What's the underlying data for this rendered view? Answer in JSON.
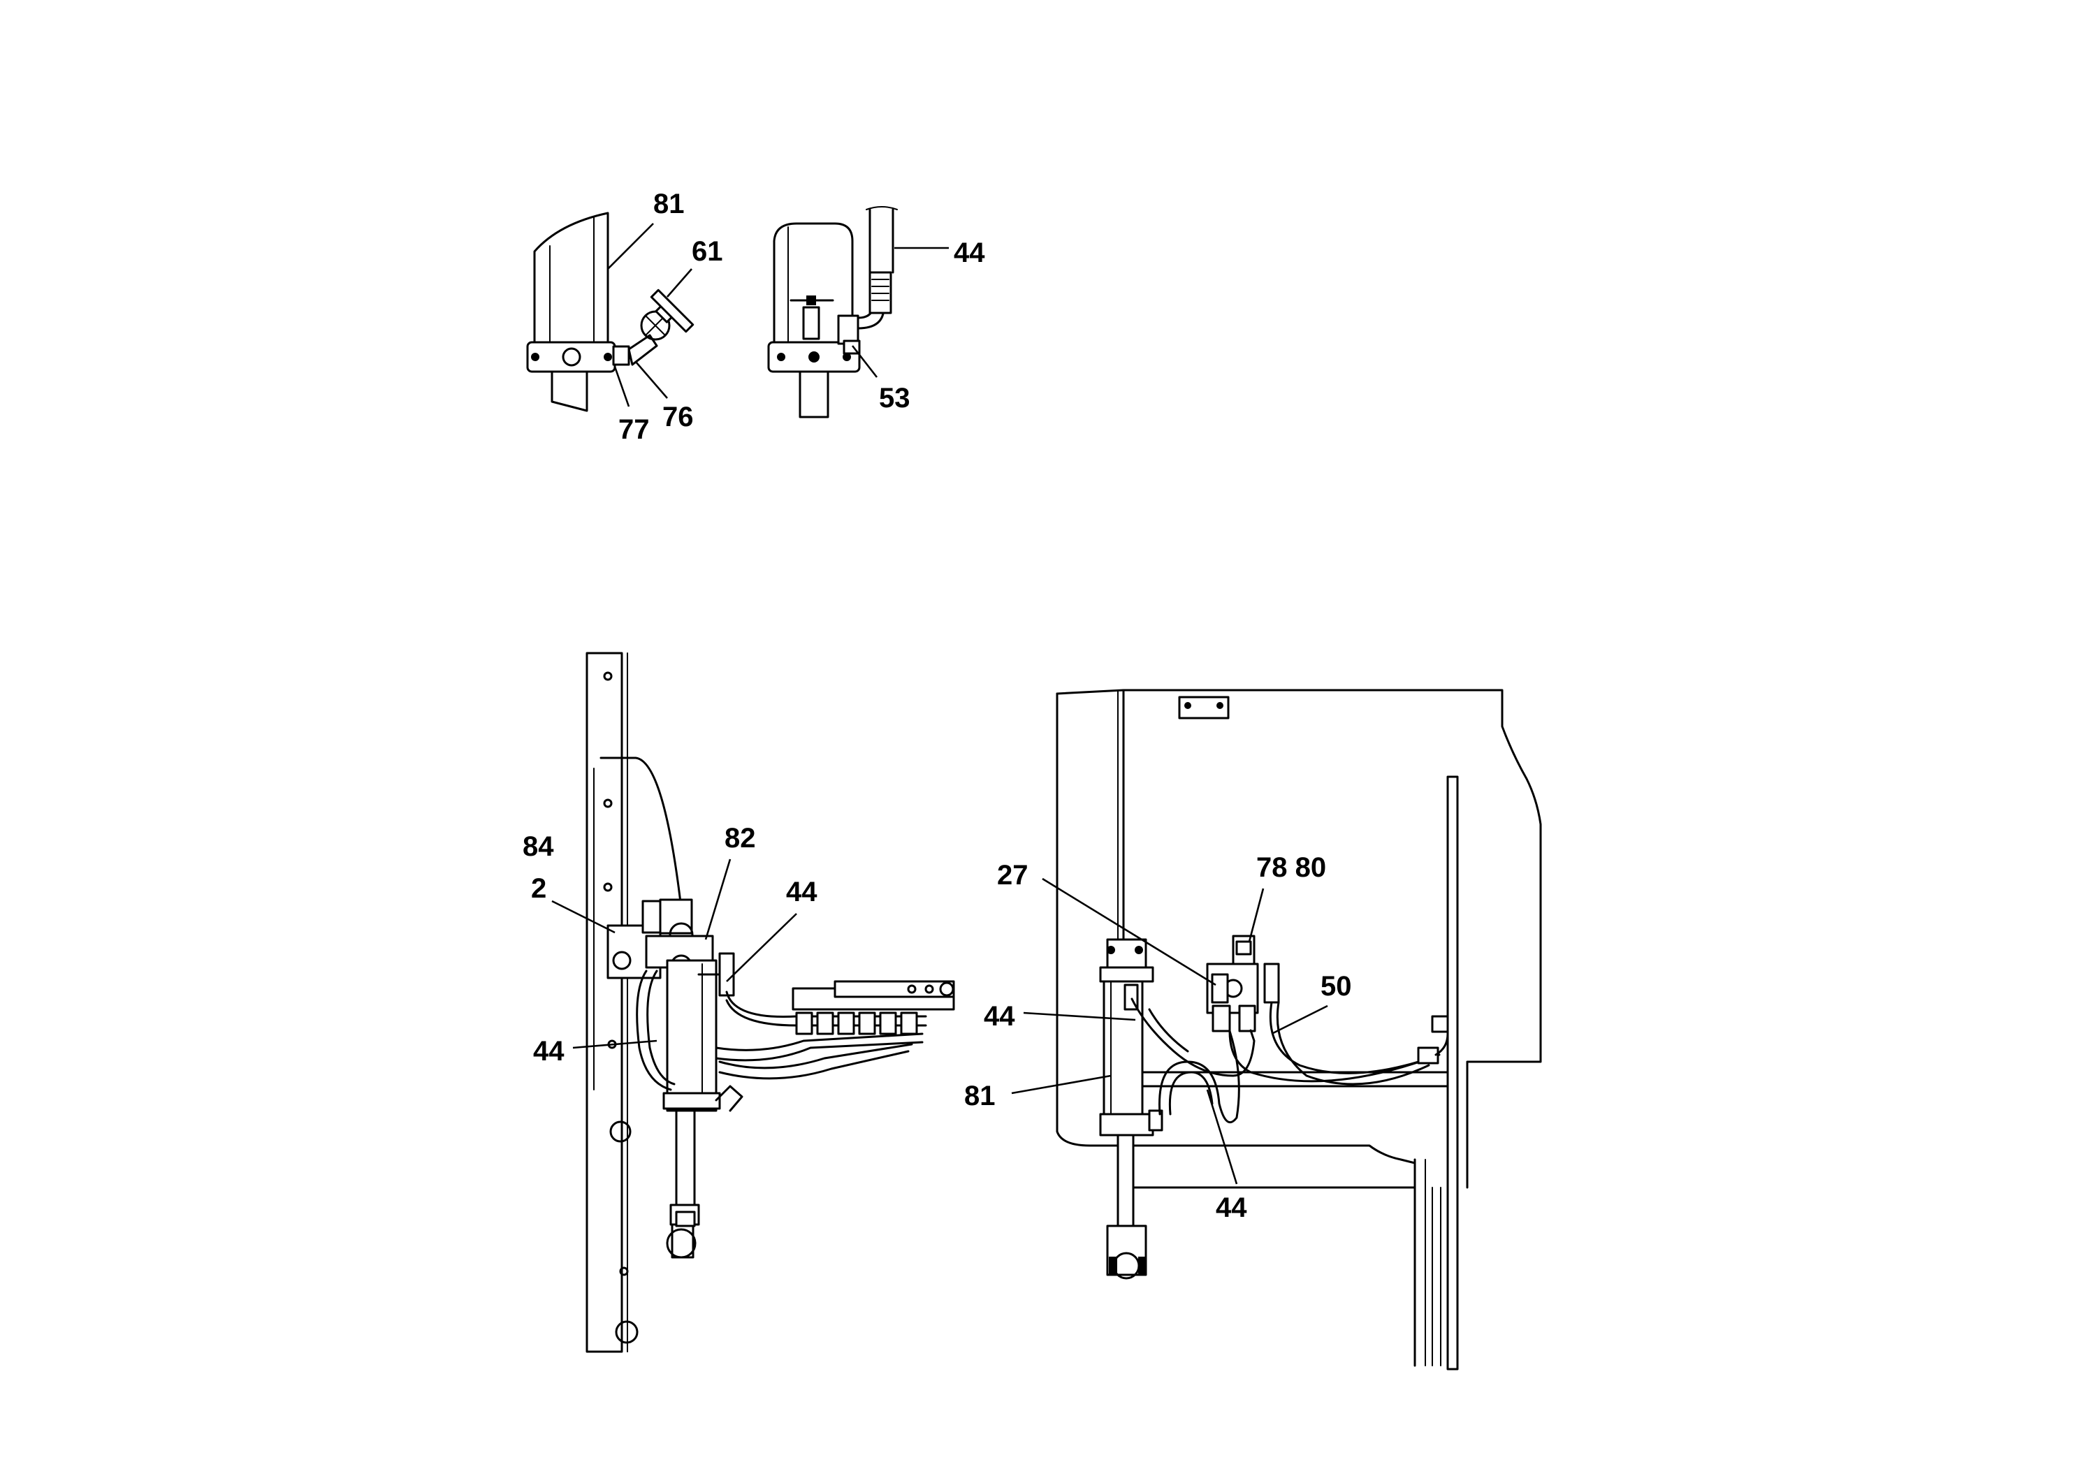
{
  "callouts": {
    "c81_top": "81",
    "c61": "61",
    "c77": "77",
    "c76": "76",
    "c44_top": "44",
    "c53": "53",
    "c84": "84",
    "c2": "2",
    "c82": "82",
    "c44_a": "44",
    "c44_b": "44",
    "c27": "27",
    "c78_80": "78 80",
    "c50": "50",
    "c44_c": "44",
    "c81_bottom": "81",
    "c44_d": "44"
  }
}
